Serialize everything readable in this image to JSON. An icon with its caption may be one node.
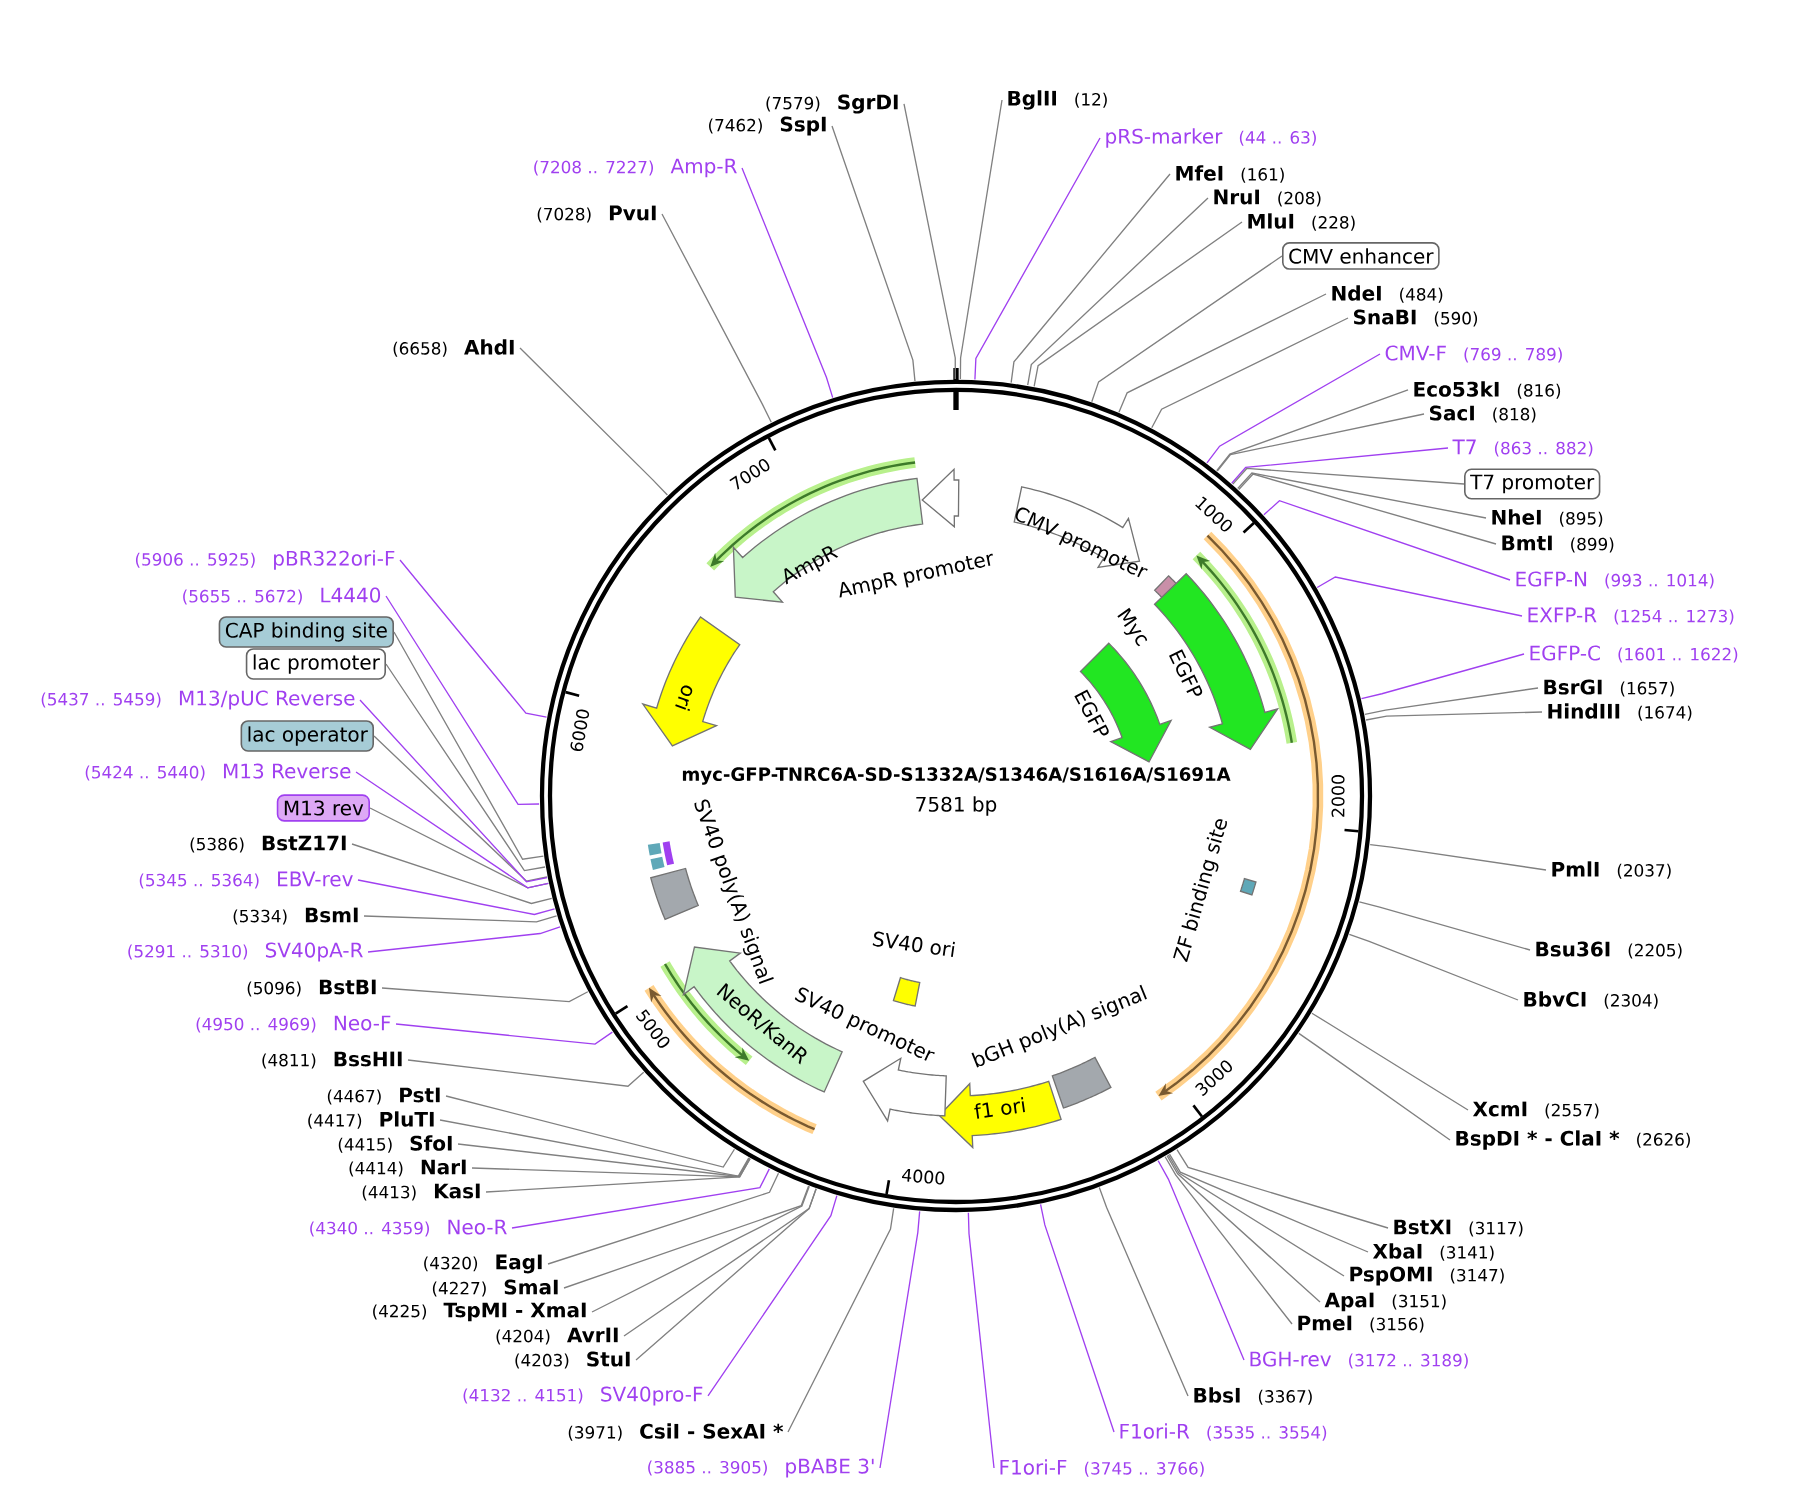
{
  "diagram": {
    "title": "myc-GFP-TNRC6A-SD-S1332A/S1346A/S1616A/S1691A",
    "nodes": [
      {
        "text": [],
        "shape": "circle"
      },
      {
        "text": [
          "CMV promoter"
        ],
        "in": 0
      },
      {
        "text": [
          "Myc"
        ],
        "in": 0
      },
      {
        "text": [
          "EGFP"
        ],
        "in": 0
      },
      {
        "text": [
          "EGFP"
        ],
        "in": 0
      },
      {
        "text": [
          "ZF binding site"
        ],
        "in": 0
      },
      {
        "text": [
          "bGH poly(A) signal"
        ],
        "in": 0
      },
      {
        "text": [
          "f1 ori"
        ],
        "in": 0
      },
      {
        "text": [
          "SV40 ori"
        ],
        "in": 0
      },
      {
        "text": [
          "SV40 promoter"
        ],
        "in": 0
      },
      {
        "text": [
          "NeoR/KanR"
        ],
        "in": 0
      },
      {
        "text": [
          "SV40 poly(A) signal"
        ],
        "in": 0
      },
      {
        "text": [
          "ori"
        ],
        "in": 0
      },
      {
        "text": [
          "AmpR"
        ],
        "in": 0
      },
      {
        "text": [
          "AmpR promoter"
        ],
        "in": 0
      },
      {
        "text": [
          "BglII",
          "(12)"
        ]
      },
      {
        "text": [
          "pRS-marker",
          "(44 .. 63)"
        ]
      },
      {
        "text": [
          "MfeI",
          "(161)"
        ]
      },
      {
        "text": [
          "NruI",
          "(208)"
        ]
      },
      {
        "text": [
          "MluI",
          "(228)"
        ]
      },
      {
        "text": [
          "CMV enhancer"
        ]
      },
      {
        "text": [
          "NdeI",
          "(484)"
        ]
      },
      {
        "text": [
          "SnaBI",
          "(590)"
        ]
      },
      {
        "text": [
          "CMV-F",
          "(769 .. 789)"
        ]
      },
      {
        "text": [
          "Eco53kI",
          "(816)"
        ]
      },
      {
        "text": [
          "SacI",
          "(818)"
        ]
      },
      {
        "text": [
          "T7",
          "(863 .. 882)"
        ]
      },
      {
        "text": [
          "T7 promoter"
        ]
      },
      {
        "text": [
          "NheI",
          "(895)"
        ]
      },
      {
        "text": [
          "BmtI",
          "(899)"
        ]
      },
      {
        "text": [
          "EGFP-N",
          "(993 .. 1014)"
        ]
      },
      {
        "text": [
          "EXFP-R",
          "(1254 .. 1273)"
        ]
      },
      {
        "text": [
          "EGFP-C",
          "(1601 .. 1622)"
        ]
      },
      {
        "text": [
          "BsrGI",
          "(1657)"
        ]
      },
      {
        "text": [
          "HindIII",
          "(1674)"
        ]
      },
      {
        "text": [
          "PmlI",
          "(2037)"
        ]
      },
      {
        "text": [
          "Bsu36I",
          "(2205)"
        ]
      },
      {
        "text": [
          "BbvCI",
          "(2304)"
        ]
      },
      {
        "text": [
          "XcmI",
          "(2557)"
        ]
      },
      {
        "text": [
          "BspDI * - ClaI *",
          "(2626)"
        ]
      },
      {
        "text": [
          "BstXI",
          "(3117)"
        ]
      },
      {
        "text": [
          "XbaI",
          "(3141)"
        ]
      },
      {
        "text": [
          "PspOMI",
          "(3147)"
        ]
      },
      {
        "text": [
          "ApaI",
          "(3151)"
        ]
      },
      {
        "text": [
          "PmeI",
          "(3156)"
        ]
      },
      {
        "text": [
          "BGH-rev",
          "(3172 .. 3189)"
        ]
      },
      {
        "text": [
          "BbsI",
          "(3367)"
        ]
      },
      {
        "text": [
          "F1ori-R",
          "(3535 .. 3554)"
        ]
      },
      {
        "text": [
          "F1ori-F",
          "(3745 .. 3766)"
        ]
      },
      {
        "text": [
          "(3885 .. 3905)",
          "pBABE 3'"
        ]
      },
      {
        "text": [
          "(3971)",
          "CsiI - SexAI *"
        ]
      },
      {
        "text": [
          "(4132 .. 4151)",
          "SV40pro-F"
        ]
      },
      {
        "text": [
          "(4203)",
          "StuI"
        ]
      },
      {
        "text": [
          "(4204)",
          "AvrII"
        ]
      },
      {
        "text": [
          "(4225)",
          "TspMI - XmaI"
        ]
      },
      {
        "text": [
          "(4227)",
          "SmaI"
        ]
      },
      {
        "text": [
          "(4320)",
          "EagI"
        ]
      },
      {
        "text": [
          "(4340 .. 4359)",
          "Neo-R"
        ]
      },
      {
        "text": [
          "(4413)",
          "KasI"
        ]
      },
      {
        "text": [
          "(4414)",
          "NarI"
        ]
      },
      {
        "text": [
          "(4415)",
          "SfoI"
        ]
      },
      {
        "text": [
          "(4417)",
          "PluTI"
        ]
      },
      {
        "text": [
          "(4467)",
          "PstI"
        ]
      },
      {
        "text": [
          "(4811)",
          "BssHII"
        ]
      },
      {
        "text": [
          "(4950 .. 4969)",
          "Neo-F"
        ]
      },
      {
        "text": [
          "(5096)",
          "BstBI"
        ]
      },
      {
        "text": [
          "(5291 .. 5310)",
          "SV40pA-R"
        ]
      },
      {
        "text": [
          "(5334)",
          "BsmI"
        ]
      },
      {
        "text": [
          "(5345 .. 5364)",
          "EBV-rev"
        ]
      },
      {
        "text": [
          "(5386)",
          "BstZ17I"
        ]
      },
      {
        "text": [
          "M13 rev"
        ]
      },
      {
        "text": [
          "(5424 .. 5440)",
          "M13 Reverse"
        ]
      },
      {
        "text": [
          "lac operator"
        ]
      },
      {
        "text": [
          "(5437 .. 5459)",
          "M13/pUC Reverse"
        ]
      },
      {
        "text": [
          "lac promoter"
        ]
      },
      {
        "text": [
          "CAP binding site"
        ]
      },
      {
        "text": [
          "(5655 .. 5672)",
          "L4440"
        ]
      },
      {
        "text": [
          "(5906 .. 5925)",
          "pBR322ori-F"
        ]
      },
      {
        "text": [
          "(6658)",
          "AhdI"
        ]
      },
      {
        "text": [
          "(7028)",
          "PvuI"
        ]
      },
      {
        "text": [
          "(7208 .. 7227)",
          "Amp-R"
        ]
      },
      {
        "text": [
          "(7462)",
          "SspI"
        ]
      },
      {
        "text": [
          "(7579)",
          "SgrDI"
        ]
      }
    ],
    "edges": [
      {
        "from": 15,
        "to": 0,
        "arrow": "none"
      },
      {
        "from": 16,
        "to": 0,
        "arrow": "none",
        "color": "#a040f0"
      },
      {
        "from": 17,
        "to": 0,
        "arrow": "none"
      },
      {
        "from": 18,
        "to": 0,
        "arrow": "none"
      },
      {
        "from": 19,
        "to": 0,
        "arrow": "none"
      },
      {
        "from": 20,
        "to": 0,
        "arrow": "none"
      },
      {
        "from": 21,
        "to": 0,
        "arrow": "none"
      },
      {
        "from": 22,
        "to": 0,
        "arrow": "none"
      },
      {
        "from": 23,
        "to": 0,
        "arrow": "none",
        "color": "#a040f0"
      },
      {
        "from": 24,
        "to": 0,
        "arrow": "none"
      },
      {
        "from": 25,
        "to": 0,
        "arrow": "none"
      },
      {
        "from": 26,
        "to": 0,
        "arrow": "none",
        "color": "#a040f0"
      },
      {
        "from": 27,
        "to": 0,
        "arrow": "none"
      },
      {
        "from": 28,
        "to": 0,
        "arrow": "none"
      },
      {
        "from": 29,
        "to": 0,
        "arrow": "none"
      },
      {
        "from": 30,
        "to": 0,
        "arrow": "none",
        "color": "#a040f0"
      },
      {
        "from": 31,
        "to": 0,
        "arrow": "none",
        "color": "#a040f0"
      },
      {
        "from": 32,
        "to": 0,
        "arrow": "none",
        "color": "#a040f0"
      },
      {
        "from": 33,
        "to": 0,
        "arrow": "none"
      },
      {
        "from": 34,
        "to": 0,
        "arrow": "none"
      },
      {
        "from": 35,
        "to": 0,
        "arrow": "none"
      },
      {
        "from": 36,
        "to": 0,
        "arrow": "none"
      },
      {
        "from": 37,
        "to": 0,
        "arrow": "none"
      },
      {
        "from": 38,
        "to": 0,
        "arrow": "none"
      },
      {
        "from": 39,
        "to": 0,
        "arrow": "none"
      },
      {
        "from": 40,
        "to": 0,
        "arrow": "none"
      },
      {
        "from": 41,
        "to": 0,
        "arrow": "none"
      },
      {
        "from": 42,
        "to": 0,
        "arrow": "none"
      },
      {
        "from": 43,
        "to": 0,
        "arrow": "none"
      },
      {
        "from": 44,
        "to": 0,
        "arrow": "none"
      },
      {
        "from": 45,
        "to": 0,
        "arrow": "none",
        "color": "#a040f0"
      },
      {
        "from": 46,
        "to": 0,
        "arrow": "none"
      },
      {
        "from": 47,
        "to": 0,
        "arrow": "none",
        "color": "#a040f0"
      },
      {
        "from": 48,
        "to": 0,
        "arrow": "none",
        "color": "#a040f0"
      },
      {
        "from": 49,
        "to": 0,
        "arrow": "none",
        "color": "#a040f0"
      },
      {
        "from": 50,
        "to": 0,
        "arrow": "none"
      },
      {
        "from": 51,
        "to": 0,
        "arrow": "none",
        "color": "#a040f0"
      },
      {
        "from": 52,
        "to": 0,
        "arrow": "none"
      },
      {
        "from": 53,
        "to": 0,
        "arrow": "none"
      },
      {
        "from": 54,
        "to": 0,
        "arrow": "none"
      },
      {
        "from": 55,
        "to": 0,
        "arrow": "none"
      },
      {
        "from": 56,
        "to": 0,
        "arrow": "none"
      },
      {
        "from": 57,
        "to": 0,
        "arrow": "none",
        "color": "#a040f0"
      },
      {
        "from": 58,
        "to": 0,
        "arrow": "none"
      },
      {
        "from": 59,
        "to": 0,
        "arrow": "none"
      },
      {
        "from": 60,
        "to": 0,
        "arrow": "none"
      },
      {
        "from": 61,
        "to": 0,
        "arrow": "none"
      },
      {
        "from": 62,
        "to": 0,
        "arrow": "none"
      },
      {
        "from": 63,
        "to": 0,
        "arrow": "none"
      },
      {
        "from": 64,
        "to": 0,
        "arrow": "none",
        "color": "#a040f0"
      },
      {
        "from": 65,
        "to": 0,
        "arrow": "none"
      },
      {
        "from": 66,
        "to": 0,
        "arrow": "none",
        "color": "#a040f0"
      },
      {
        "from": 67,
        "to": 0,
        "arrow": "none"
      },
      {
        "from": 68,
        "to": 0,
        "arrow": "none",
        "color": "#a040f0"
      },
      {
        "from": 69,
        "to": 0,
        "arrow": "none"
      },
      {
        "from": 70,
        "to": 0,
        "arrow": "none"
      },
      {
        "from": 71,
        "to": 0,
        "arrow": "none",
        "color": "#a040f0"
      },
      {
        "from": 72,
        "to": 0,
        "arrow": "none"
      },
      {
        "from": 73,
        "to": 0,
        "arrow": "none",
        "color": "#a040f0"
      },
      {
        "from": 74,
        "to": 0,
        "arrow": "none"
      },
      {
        "from": 75,
        "to": 0,
        "arrow": "none"
      },
      {
        "from": 76,
        "to": 0,
        "arrow": "none",
        "color": "#a040f0"
      },
      {
        "from": 77,
        "to": 0,
        "arrow": "none",
        "color": "#a040f0"
      },
      {
        "from": 78,
        "to": 0,
        "arrow": "none"
      },
      {
        "from": 79,
        "to": 0,
        "arrow": "none"
      },
      {
        "from": 80,
        "to": 0,
        "arrow": "none",
        "color": "#a040f0"
      },
      {
        "from": 81,
        "to": 0,
        "arrow": "none"
      },
      {
        "from": 82,
        "to": 0,
        "arrow": "none"
      }
    ],
    "labels": [
      "7581 bp",
      "1000",
      "2000",
      "3000",
      "4000",
      "5000",
      "6000",
      "7000"
    ]
  }
}
